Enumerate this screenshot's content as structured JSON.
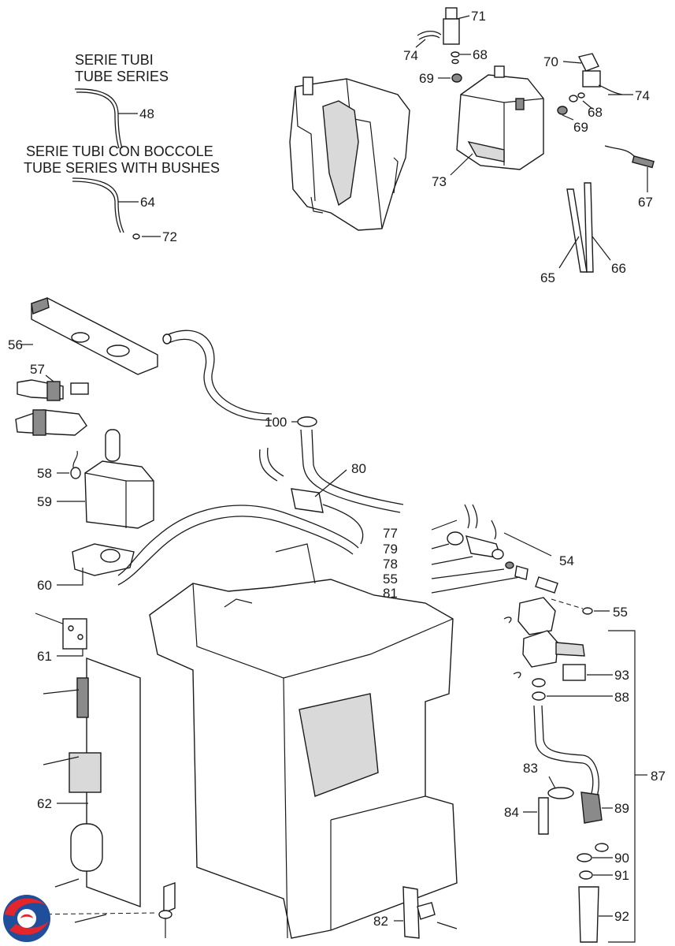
{
  "headers": {
    "tube_series_it": "SERIE TUBI",
    "tube_series_en": "TUBE SERIES",
    "bushes_it": "SERIE TUBI CON BOCCOLE",
    "bushes_en": "TUBE SERIES WITH BUSHES"
  },
  "labels": {
    "p48": "48",
    "p64": "64",
    "p72": "72",
    "p71": "71",
    "p74a": "74",
    "p68a": "68",
    "p69a": "69",
    "p70": "70",
    "p74b": "74",
    "p68b": "68",
    "p69b": "69",
    "p73": "73",
    "p67": "67",
    "p65": "65",
    "p66": "66",
    "p56": "56",
    "p57": "57",
    "p58": "58",
    "p59": "59",
    "p60": "60",
    "p61": "61",
    "p62": "62",
    "p100": "100",
    "p80": "80",
    "p77": "77",
    "p79": "79",
    "p78": "78",
    "p54": "54",
    "p55a": "55",
    "p81": "81",
    "p55b": "55",
    "p93": "93",
    "p88": "88",
    "p87": "87",
    "p83": "83",
    "p84": "84",
    "p89": "89",
    "p90": "90",
    "p91": "91",
    "p92": "92",
    "p82": "82"
  },
  "icons": {
    "logo": "brand-swirl-logo"
  },
  "colors": {
    "logo_red": "#e3262b",
    "logo_blue": "#1f4e9c",
    "ink": "#1a1a1a"
  }
}
